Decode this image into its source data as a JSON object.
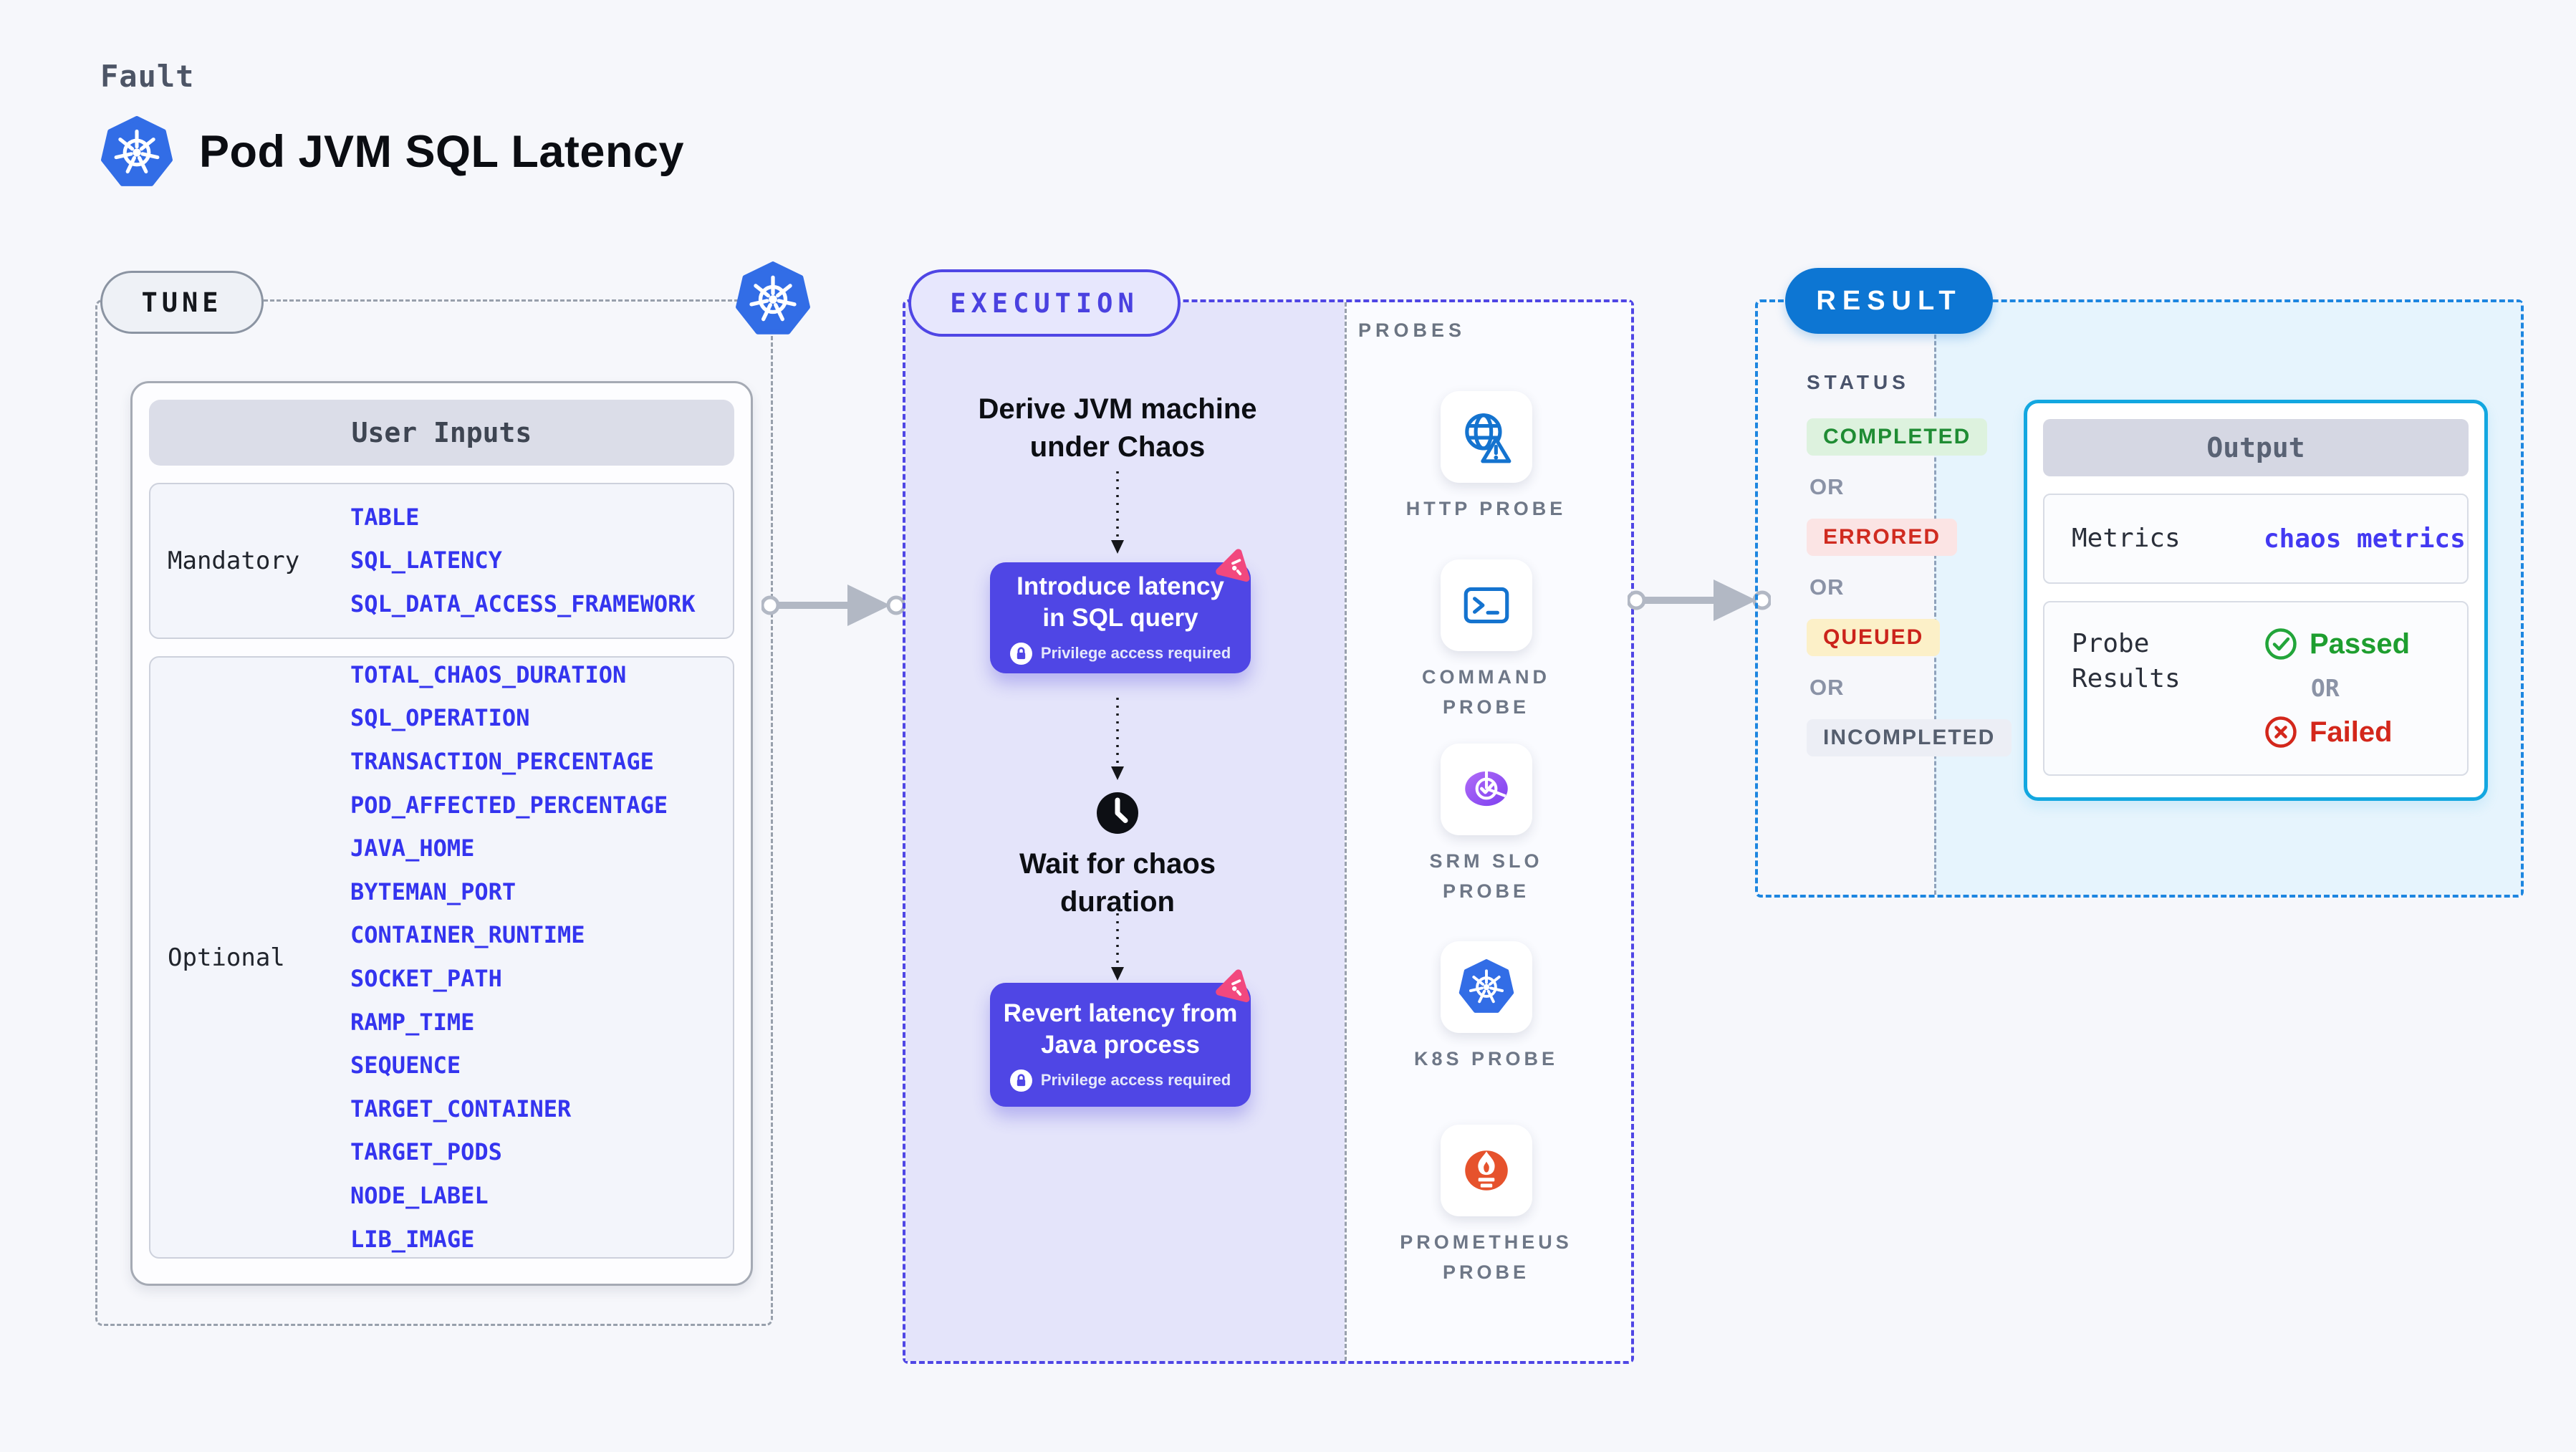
{
  "page": {
    "kicker": "Fault",
    "title": "Pod JVM SQL Latency"
  },
  "tune": {
    "label": "TUNE",
    "card_title": "User Inputs",
    "groups": [
      {
        "label": "Mandatory",
        "items": [
          "TABLE",
          "SQL_LATENCY",
          "SQL_DATA_ACCESS_FRAMEWORK"
        ]
      },
      {
        "label": "Optional",
        "items": [
          "TOTAL_CHAOS_DURATION",
          "SQL_OPERATION",
          "TRANSACTION_PERCENTAGE",
          "POD_AFFECTED_PERCENTAGE",
          "JAVA_HOME",
          "BYTEMAN_PORT",
          "CONTAINER_RUNTIME",
          "SOCKET_PATH",
          "RAMP_TIME",
          "SEQUENCE",
          "TARGET_CONTAINER",
          "TARGET_PODS",
          "NODE_LABEL",
          "LIB_IMAGE"
        ]
      }
    ]
  },
  "execution": {
    "label": "EXECUTION",
    "derive_step": "Derive JVM machine\nunder Chaos",
    "inject_step": "Introduce latency in SQL query",
    "wait_step": "Wait for chaos\nduration",
    "revert_step": "Revert latency from Java process",
    "privilege_note": "Privilege access required"
  },
  "probes": {
    "label": "PROBES",
    "items": [
      "HTTP PROBE",
      "COMMAND PROBE",
      "SRM SLO PROBE",
      "K8S PROBE",
      "PROMETHEUS PROBE"
    ]
  },
  "result": {
    "label": "RESULT",
    "status_label": "STATUS",
    "statuses": [
      "COMPLETED",
      "ERRORED",
      "QUEUED",
      "INCOMPLETED"
    ],
    "or": "OR",
    "output": {
      "title": "Output",
      "metrics_label": "Metrics",
      "metrics_value": "chaos metrics",
      "probe_results_label": "Probe Results",
      "passed": "Passed",
      "failed": "Failed"
    }
  },
  "colors": {
    "indigo": "#4f46e5",
    "lavender": "#e4e4fa",
    "result_blue": "#0d76d3",
    "output_border_cyan": "#13a7e0",
    "cyan_bg": "#e6f4fd",
    "litmus_pink": "#f2487e",
    "passed_green": "#1e9e2f",
    "failed_red": "#d3271b",
    "input_item_blue": "#3434ef",
    "kubernetes_blue": "#326de6",
    "probe_icon_blue": "#1473cf",
    "prometheus_orange": "#e6522c",
    "slo_purple": "#8b5cf6"
  }
}
